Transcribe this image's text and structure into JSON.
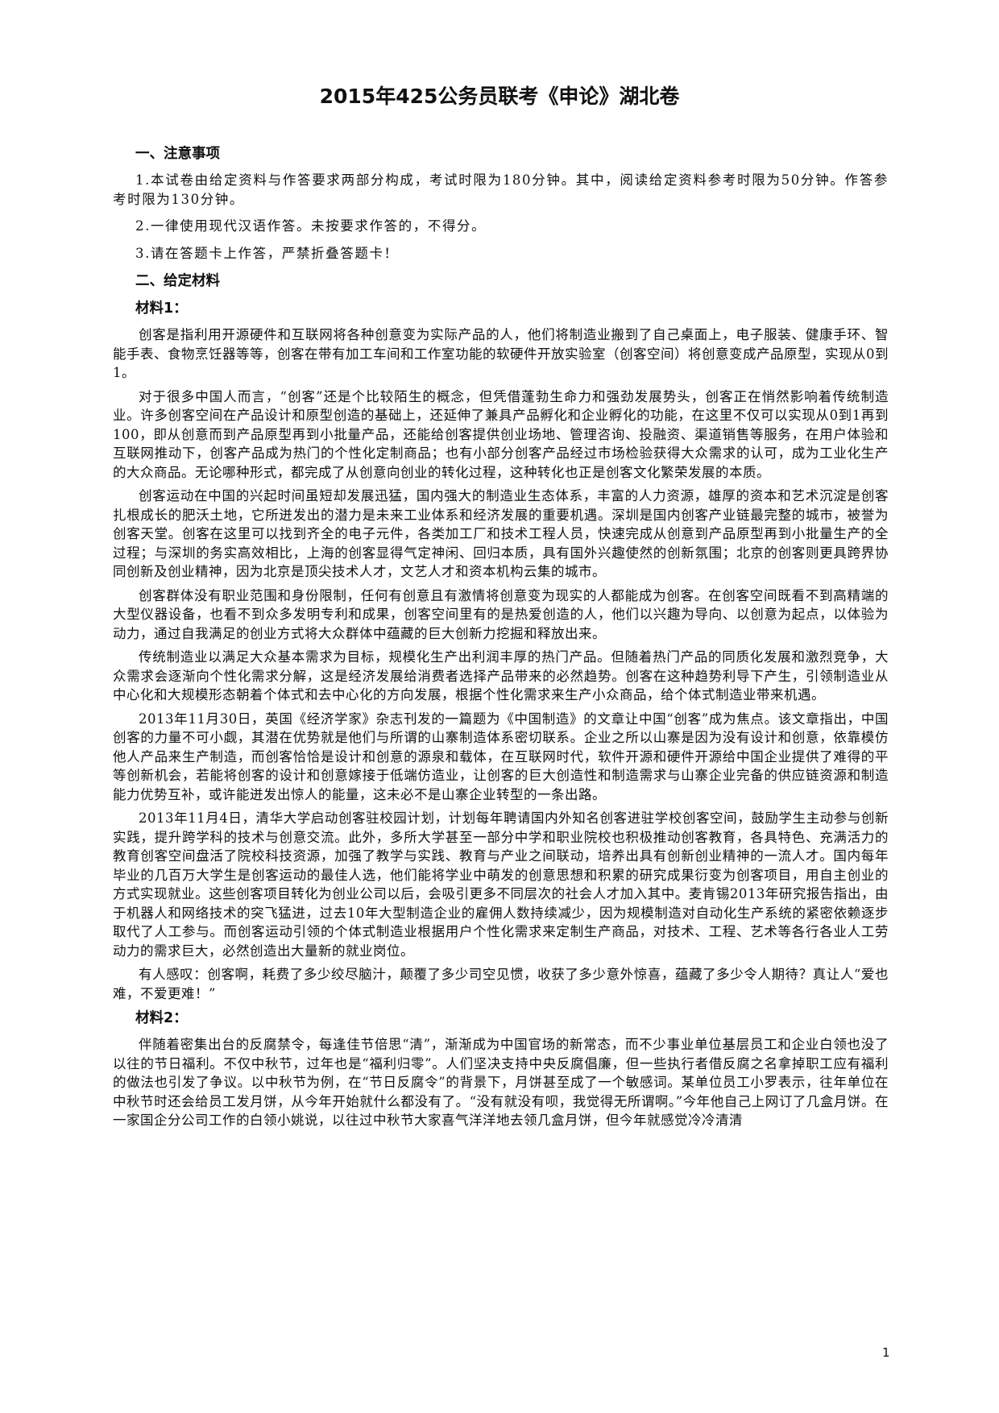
{
  "document": {
    "title": "2015年425公务员联考《申论》湖北卷",
    "page_number": "1"
  },
  "section1": {
    "heading": "一、注意事项",
    "notes": [
      "1.本试卷由给定资料与作答要求两部分构成，考试时限为180分钟。其中，阅读给定资料参考时限为50分钟。作答参考时限为130分钟。",
      "2.一律使用现代汉语作答。未按要求作答的，不得分。",
      "3.请在答题卡上作答，严禁折叠答题卡！"
    ]
  },
  "section2": {
    "heading": "二、给定材料",
    "material1": {
      "heading": "材料1：",
      "paragraphs": [
        "创客是指利用开源硬件和互联网将各种创意变为实际产品的人，他们将制造业搬到了自己桌面上，电子服装、健康手环、智能手表、食物烹饪器等等，创客在带有加工车间和工作室功能的软硬件开放实验室（创客空间）将创意变成产品原型，实现从0到1。",
        "对于很多中国人而言，“创客”还是个比较陌生的概念，但凭借蓬勃生命力和强劲发展势头，创客正在悄然影响着传统制造业。许多创客空间在产品设计和原型创造的基础上，还延伸了兼具产品孵化和企业孵化的功能，在这里不仅可以实现从0到1再到100，即从创意而到产品原型再到小批量产品，还能给创客提供创业场地、管理咨询、投融资、渠道销售等服务，在用户体验和互联网推动下，创客产品成为热门的个性化定制商品；也有小部分创客产品经过市场检验获得大众需求的认可，成为工业化生产的大众商品。无论哪种形式，都完成了从创意向创业的转化过程，这种转化也正是创客文化繁荣发展的本质。",
        "创客运动在中国的兴起时间虽短却发展迅猛，国内强大的制造业生态体系，丰富的人力资源，雄厚的资本和艺术沉淀是创客扎根成长的肥沃土地，它所迸发出的潜力是未来工业体系和经济发展的重要机遇。深圳是国内创客产业链最完整的城市，被誉为创客天堂。创客在这里可以找到齐全的电子元件，各类加工厂和技术工程人员，快速完成从创意到产品原型再到小批量生产的全过程；与深圳的务实高效相比，上海的创客显得气定神闲、回归本质，具有国外兴趣使然的创新氛围；北京的创客则更具跨界协同创新及创业精神，因为北京是顶尖技术人才，文艺人才和资本机构云集的城市。",
        "创客群体没有职业范围和身份限制，任何有创意且有激情将创意变为现实的人都能成为创客。在创客空间既看不到高精端的大型仪器设备，也看不到众多发明专利和成果，创客空间里有的是热爱创造的人，他们以兴趣为导向、以创意为起点，以体验为动力，通过自我满足的创业方式将大众群体中蕴藏的巨大创新力挖掘和释放出来。",
        "传统制造业以满足大众基本需求为目标，规模化生产出利润丰厚的热门产品。但随着热门产品的同质化发展和激烈竞争，大众需求会逐渐向个性化需求分解，这是经济发展给消费者选择产品带来的必然趋势。创客在这种趋势利导下产生，引领制造业从中心化和大规模形态朝着个体式和去中心化的方向发展，根据个性化需求来生产小众商品，给个体式制造业带来机遇。",
        "2013年11月30日，英国《经济学家》杂志刊发的一篇题为《中国制造》的文章让中国“创客”成为焦点。该文章指出，中国创客的力量不可小觑，其潜在优势就是他们与所谓的山寨制造体系密切联系。企业之所以山寨是因为没有设计和创意，依靠模仿他人产品来生产制造，而创客恰恰是设计和创意的源泉和载体，在互联网时代，软件开源和硬件开源给中国企业提供了难得的平等创新机会，若能将创客的设计和创意嫁接于低端仿造业，让创客的巨大创造性和制造需求与山寨企业完备的供应链资源和制造能力优势互补，或许能迸发出惊人的能量，这未必不是山寨企业转型的一条出路。",
        "2013年11月4日，清华大学启动创客驻校园计划，计划每年聘请国内外知名创客进驻学校创客空间，鼓励学生主动参与创新实践，提升跨学科的技术与创意交流。此外，多所大学甚至一部分中学和职业院校也积极推动创客教育，各具特色、充满活力的教育创客空间盘活了院校科技资源，加强了教学与实践、教育与产业之间联动，培养出具有创新创业精神的一流人才。国内每年毕业的几百万大学生是创客运动的最佳人选，他们能将学业中萌发的创意思想和积累的研究成果衍变为创客项目，用自主创业的方式实现就业。这些创客项目转化为创业公司以后，会吸引更多不同层次的社会人才加入其中。麦肯锡2013年研究报告指出，由于机器人和网络技术的突飞猛进，过去10年大型制造企业的雇佣人数持续减少，因为规模制造对自动化生产系统的紧密依赖逐步取代了人工参与。而创客运动引领的个体式制造业根据用户个性化需求来定制生产商品，对技术、工程、艺术等各行各业人工劳动力的需求巨大，必然创造出大量新的就业岗位。",
        "有人感叹：创客啊，耗费了多少绞尽脑汁，颠覆了多少司空见惯，收获了多少意外惊喜，蕴藏了多少令人期待？真让人“爱也难，不爱更难！”"
      ]
    },
    "material2": {
      "heading": "材料2：",
      "paragraphs": [
        "伴随着密集出台的反腐禁令，每逢佳节倍思“清”，渐渐成为中国官场的新常态，而不少事业单位基层员工和企业白领也没了以往的节日福利。不仅中秋节，过年也是“福利归零”。人们坚决支持中央反腐倡廉，但一些执行者借反腐之名拿掉职工应有福利的做法也引发了争议。以中秋节为例，在“节日反腐令”的背景下，月饼甚至成了一个敏感词。某单位员工小罗表示，往年单位在中秋节时还会给员工发月饼，从今年开始就什么都没有了。“没有就没有呗，我觉得无所谓啊。”今年他自己上网订了几盒月饼。在一家国企分公司工作的白领小姚说，以往过中秋节大家喜气洋洋地去领几盒月饼，但今年就感觉冷冷清清"
      ]
    }
  }
}
